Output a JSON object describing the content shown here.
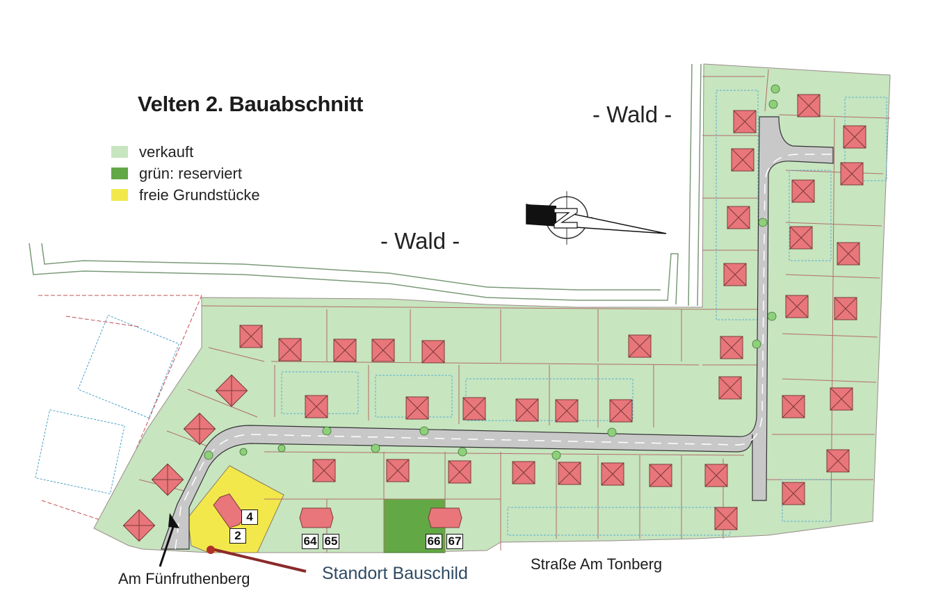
{
  "map": {
    "title": "Velten 2. Bauabschnitt",
    "legend": [
      {
        "label": "verkauft",
        "color": "#c7e5bf"
      },
      {
        "label": "grün: reserviert",
        "color": "#62a845"
      },
      {
        "label": "freie Grundstücke",
        "color": "#f2e84c"
      }
    ],
    "forest_labels": {
      "north": "- Wald -",
      "west": "- Wald -"
    },
    "streets": {
      "west": "Am Fünfruthenberg",
      "south": "Straße Am Tonberg"
    },
    "sign_location": "Standort Bauschild",
    "plot_numbers": {
      "free_upper": "4",
      "free_lower": "2",
      "sold_a": "64",
      "sold_b": "65",
      "reserved_a": "66",
      "reserved_b": "67"
    },
    "colors": {
      "sold": "#c7e5bf",
      "reserved": "#62a845",
      "free": "#f2e84c",
      "house": "#e8767a",
      "road": "#c9c9c9",
      "parcel_line": "#b06a6a",
      "arrow": "#8b2a2a"
    }
  }
}
